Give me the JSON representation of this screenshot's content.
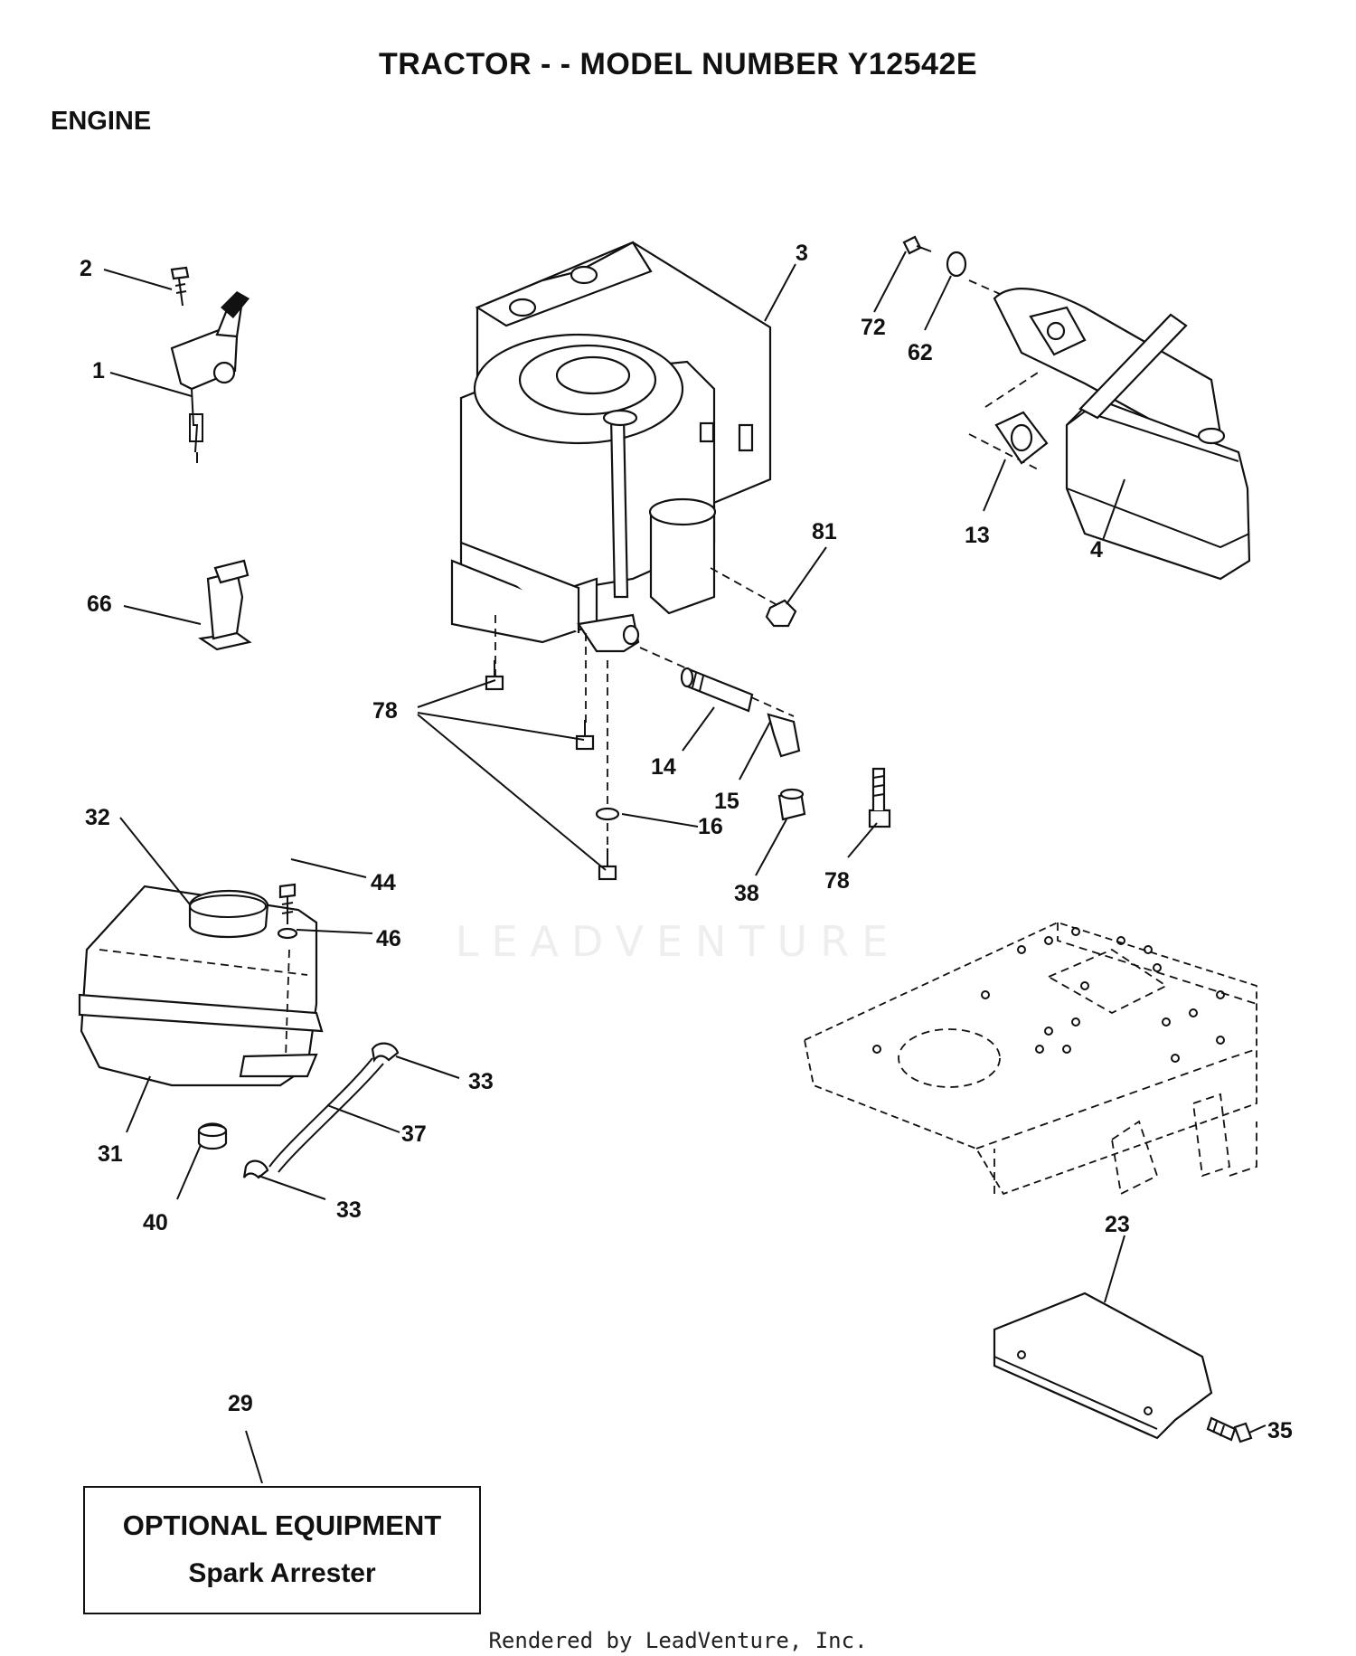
{
  "header": {
    "title": "TRACTOR - - MODEL NUMBER Y12542E",
    "section": "ENGINE"
  },
  "watermark": "LEADVENTURE",
  "callouts": [
    {
      "id": "2",
      "label": "2"
    },
    {
      "id": "1",
      "label": "1"
    },
    {
      "id": "66",
      "label": "66"
    },
    {
      "id": "3",
      "label": "3"
    },
    {
      "id": "72",
      "label": "72"
    },
    {
      "id": "62",
      "label": "62"
    },
    {
      "id": "13",
      "label": "13"
    },
    {
      "id": "4",
      "label": "4"
    },
    {
      "id": "81",
      "label": "81"
    },
    {
      "id": "78a",
      "label": "78"
    },
    {
      "id": "14",
      "label": "14"
    },
    {
      "id": "15",
      "label": "15"
    },
    {
      "id": "16",
      "label": "16"
    },
    {
      "id": "38",
      "label": "38"
    },
    {
      "id": "78b",
      "label": "78"
    },
    {
      "id": "32",
      "label": "32"
    },
    {
      "id": "44",
      "label": "44"
    },
    {
      "id": "46",
      "label": "46"
    },
    {
      "id": "33a",
      "label": "33"
    },
    {
      "id": "37",
      "label": "37"
    },
    {
      "id": "31",
      "label": "31"
    },
    {
      "id": "40",
      "label": "40"
    },
    {
      "id": "33b",
      "label": "33"
    },
    {
      "id": "23",
      "label": "23"
    },
    {
      "id": "35",
      "label": "35"
    },
    {
      "id": "29",
      "label": "29"
    }
  ],
  "optional_box": {
    "title": "OPTIONAL EQUIPMENT",
    "subtitle": "Spark Arrester"
  },
  "footer": "Rendered by LeadVenture, Inc."
}
